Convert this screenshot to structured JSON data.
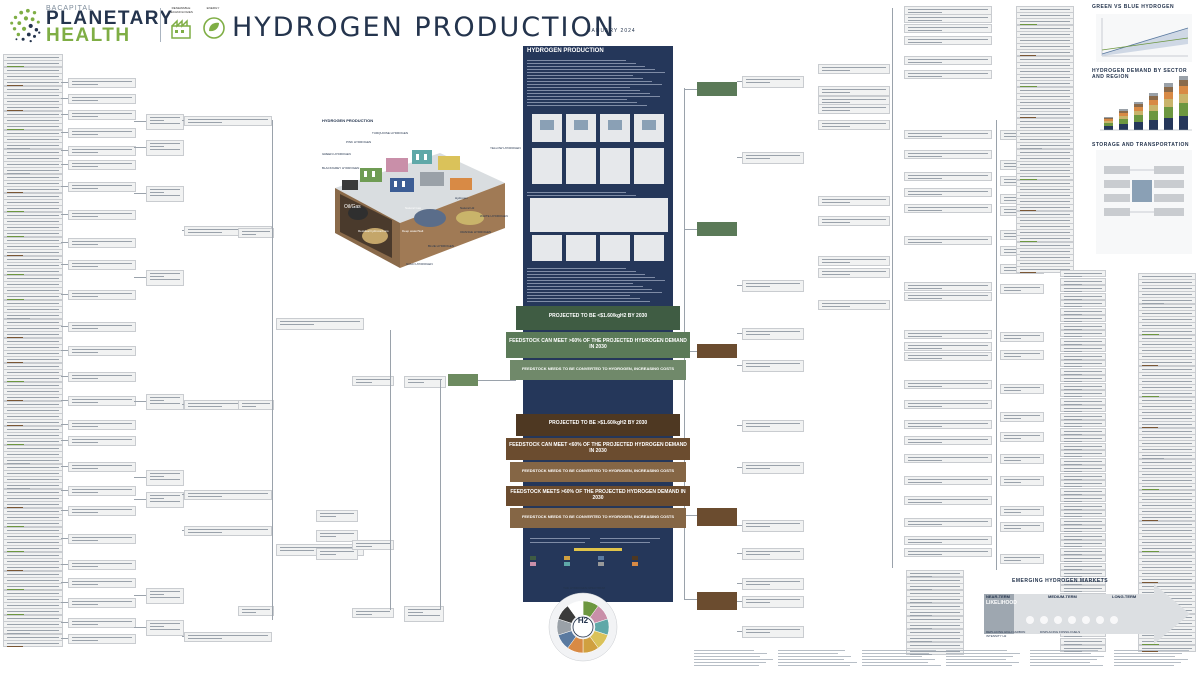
{
  "header": {
    "brand_small": "BACAPITAL",
    "brand_line1": "PLANETARY",
    "brand_line2": "HEALTH",
    "icon1_label": "RENEWABLE TECHNOLOGIES",
    "icon2_label": "ENERGY",
    "title": "HYDROGEN PRODUCTION",
    "date": "JANUARY 2024"
  },
  "illustration": {
    "title": "HYDROGEN PRODUCTION",
    "labels": [
      "TURQUOISE HYDROGEN",
      "PINK HYDROGEN",
      "GREEN HYDROGEN",
      "YELLOW HYDROGEN",
      "BLACK/GREY HYDROGEN",
      "Oil/Gas",
      "Residual hydrocarbons",
      "Deep water/Salt",
      "Natural Gas",
      "Natural H2",
      "Hydrogen",
      "WHITE HYDROGEN",
      "ORANGE HYDROGEN",
      "BLUE HYDROGEN",
      "GOLD HYDROGEN"
    ]
  },
  "central": {
    "title": "HYDROGEN PRODUCTION",
    "green_bands": [
      {
        "headline": "PROJECTED TO BE <$1.60/kgH2 BY 2030"
      },
      {
        "headline": "FEEDSTOCK CAN MEET >60% OF THE PROJECTED HYDROGEN DEMAND IN 2030"
      },
      {
        "headline": "FEEDSTOCK NEEDS TO BE CONVERTED TO HYDROGEN, INCREASING COSTS"
      }
    ],
    "brown_bands": [
      {
        "headline": "PROJECTED TO BE >$1.60/kgH2 BY 2030"
      },
      {
        "headline": "FEEDSTOCK CAN MEET <60% OF THE PROJECTED HYDROGEN DEMAND IN 2030"
      },
      {
        "headline": "FEEDSTOCK NEEDS TO BE CONVERTED TO HYDROGEN, INCREASING COSTS"
      },
      {
        "headline": "FEEDSTOCK MEETS >60% OF THE PROJECTED HYDROGEN DEMAND IN 2030"
      },
      {
        "headline": "FEEDSTOCK NEEDS TO BE CONVERTED TO HYDROGEN, INCREASING COSTS"
      }
    ],
    "spectrum_title": "THE HYDROGEN SPECTRUM",
    "spectrum_symbol": "H2"
  },
  "right": {
    "green_vs_blue": "GREEN VS BLUE HYDROGEN",
    "demand_title": "HYDROGEN DEMAND BY SECTOR AND REGION",
    "storage_title": "STORAGE AND TRANSPORTATION",
    "markets_title": "EMERGING HYDROGEN MARKETS",
    "markets_terms": [
      "NEAR-TERM",
      "MEDIUM-TERM",
      "LONG-TERM"
    ],
    "likelihood": "LIKELIHOOD",
    "replacing": "REPLACING HIGH CARBON INTENSITY H2",
    "displacing": "DISPLACING FOSSIL FUELS"
  },
  "colors": {
    "navy": "#25375a",
    "green": "#3f5c43",
    "brown": "#4e3822",
    "accent_green": "#7fae45"
  }
}
